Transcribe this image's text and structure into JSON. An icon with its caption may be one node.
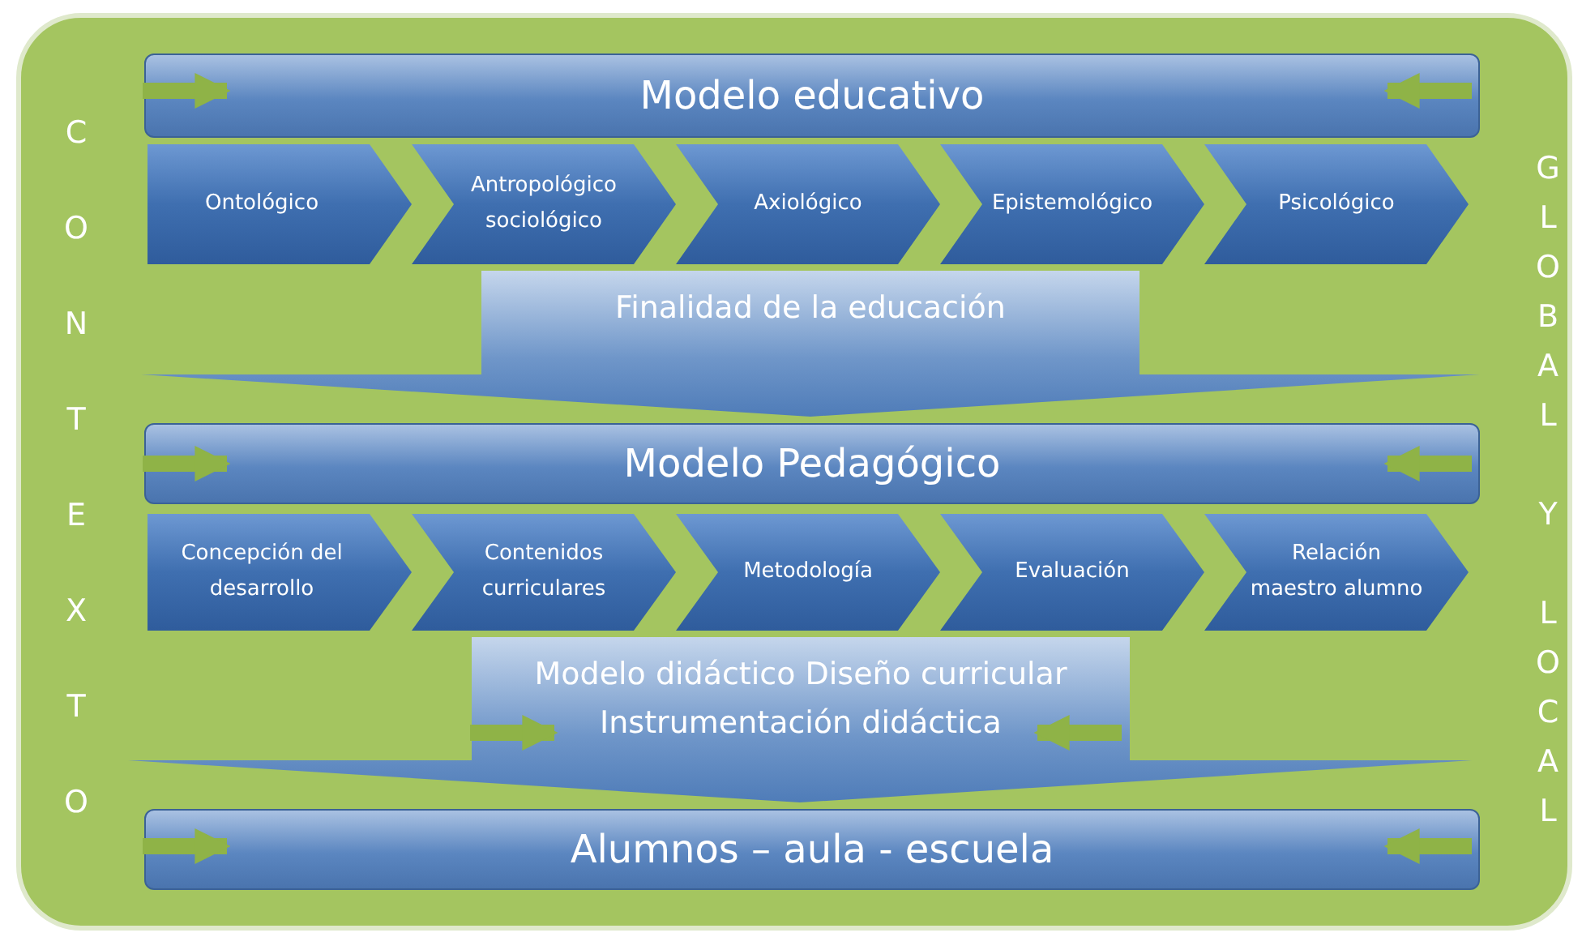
{
  "diagram": {
    "nodes": [
      {
        "text": [
          "CONTEXTO",
          "GLOBAL Y LOCAL"
        ]
      },
      {
        "text": [
          "Modelo educativo"
        ],
        "in": 0
      },
      {
        "text": [
          "Ontológico"
        ],
        "in": 0
      },
      {
        "text": [
          "Antropológico sociológico"
        ],
        "in": 0
      },
      {
        "text": [
          "Axiológico"
        ],
        "in": 0
      },
      {
        "text": [
          "Epistemológico"
        ],
        "in": 0
      },
      {
        "text": [
          "Psicológico"
        ],
        "in": 0
      },
      {
        "text": [
          "Finalidad de la educación"
        ],
        "in": 0
      },
      {
        "text": [
          "Modelo Pedagógico"
        ],
        "in": 0
      },
      {
        "text": [
          "Concepción del desarrollo"
        ],
        "in": 0
      },
      {
        "text": [
          "Contenidos curriculares"
        ],
        "in": 0
      },
      {
        "text": [
          "Metodología"
        ],
        "in": 0
      },
      {
        "text": [
          "Evaluación"
        ],
        "in": 0
      },
      {
        "text": [
          "Relación maestro alumno"
        ],
        "in": 0
      },
      {
        "text": [
          "Modelo didáctico Diseño curricular Instrumentación didáctica"
        ],
        "in": 0
      },
      {
        "text": [
          "Alumnos – aula - escuela"
        ],
        "in": 0
      }
    ],
    "edges": [
      {
        "from": null,
        "to": 1,
        "arrow": "to"
      },
      {
        "from": null,
        "to": 1,
        "arrow": "to"
      },
      {
        "from": null,
        "to": 8,
        "arrow": "to"
      },
      {
        "from": null,
        "to": 8,
        "arrow": "to"
      },
      {
        "from": null,
        "to": 14,
        "arrow": "to"
      },
      {
        "from": null,
        "to": 14,
        "arrow": "to"
      },
      {
        "from": null,
        "to": 15,
        "arrow": "to"
      },
      {
        "from": null,
        "to": 15,
        "arrow": "to"
      }
    ]
  }
}
